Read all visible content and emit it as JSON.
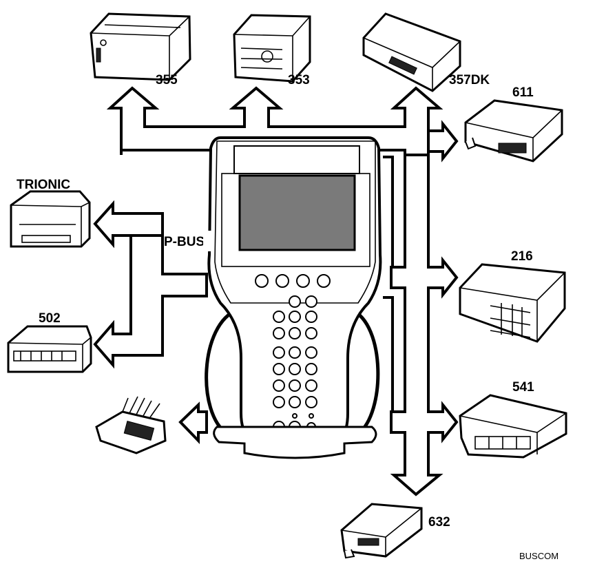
{
  "modules": {
    "m355": "355",
    "m353": "353",
    "m357dk": "357DK",
    "m611": "611",
    "trionic": "TRIONIC",
    "m502": "502",
    "m216": "216",
    "m541": "541",
    "m632": "632"
  },
  "bus_label": "P-BUS",
  "footer": "BUSCOM",
  "colors": {
    "line": "#000000",
    "fill": "#ffffff",
    "screen": "#7a7a7a"
  }
}
